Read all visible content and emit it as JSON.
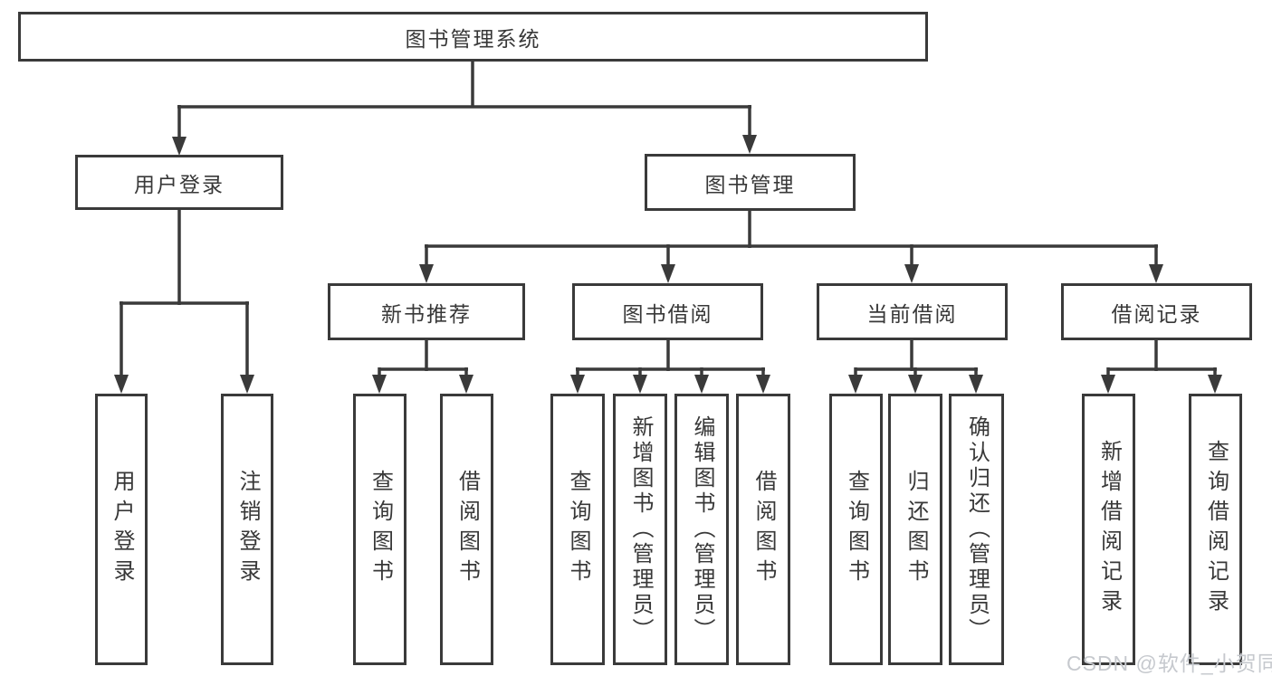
{
  "nodes": [
    {
      "id": "system",
      "label": "图书管理系统",
      "level": 1
    },
    {
      "id": "user-login",
      "label": "用户登录",
      "level": 2
    },
    {
      "id": "book-management",
      "label": "图书管理",
      "level": 2
    },
    {
      "id": "new-book-recommend",
      "label": "新书推荐",
      "level": 3
    },
    {
      "id": "book-borrow",
      "label": "图书借阅",
      "level": 3
    },
    {
      "id": "current-borrow",
      "label": "当前借阅",
      "level": 3
    },
    {
      "id": "borrow-records",
      "label": "借阅记录",
      "level": 3
    },
    {
      "id": "leaf-user-login",
      "label": "用户登录",
      "level": 4
    },
    {
      "id": "leaf-logout",
      "label": "注销登录",
      "level": 4
    },
    {
      "id": "leaf-query-books-rec",
      "label": "查询图书",
      "level": 4
    },
    {
      "id": "leaf-borrow-books-rec",
      "label": "借阅图书",
      "level": 4
    },
    {
      "id": "leaf-query-books-borrow",
      "label": "查询图书",
      "level": 4
    },
    {
      "id": "leaf-add-books-admin",
      "label": "新增图书（管理员）",
      "level": 4
    },
    {
      "id": "leaf-edit-books-admin",
      "label": "编辑图书（管理员）",
      "level": 4
    },
    {
      "id": "leaf-borrow-books-borrow",
      "label": "借阅图书",
      "level": 4
    },
    {
      "id": "leaf-query-books-current",
      "label": "查询图书",
      "level": 4
    },
    {
      "id": "leaf-return-books",
      "label": "归还图书",
      "level": 4
    },
    {
      "id": "leaf-confirm-return-admin",
      "label": "确认归还（管理员）",
      "level": 4
    },
    {
      "id": "leaf-add-borrow-record",
      "label": "新增借阅记录",
      "level": 4
    },
    {
      "id": "leaf-query-borrow-record",
      "label": "查询借阅记录",
      "level": 4
    }
  ],
  "edges": [
    [
      0,
      1
    ],
    [
      0,
      2
    ],
    [
      1,
      7
    ],
    [
      1,
      8
    ],
    [
      2,
      3
    ],
    [
      2,
      4
    ],
    [
      2,
      5
    ],
    [
      2,
      6
    ],
    [
      3,
      9
    ],
    [
      3,
      10
    ],
    [
      4,
      11
    ],
    [
      4,
      12
    ],
    [
      4,
      13
    ],
    [
      4,
      14
    ],
    [
      5,
      15
    ],
    [
      5,
      16
    ],
    [
      5,
      17
    ],
    [
      6,
      18
    ],
    [
      6,
      19
    ]
  ],
  "watermark": {
    "text": "CSDN @软件_小贺同学"
  },
  "colors": {
    "background": "#ffffff",
    "line": "#3a3a3a",
    "box_border": "#3a3a3a",
    "box_fill": "#ffffff",
    "text": "#383838",
    "watermark": "#c6c9ce"
  }
}
